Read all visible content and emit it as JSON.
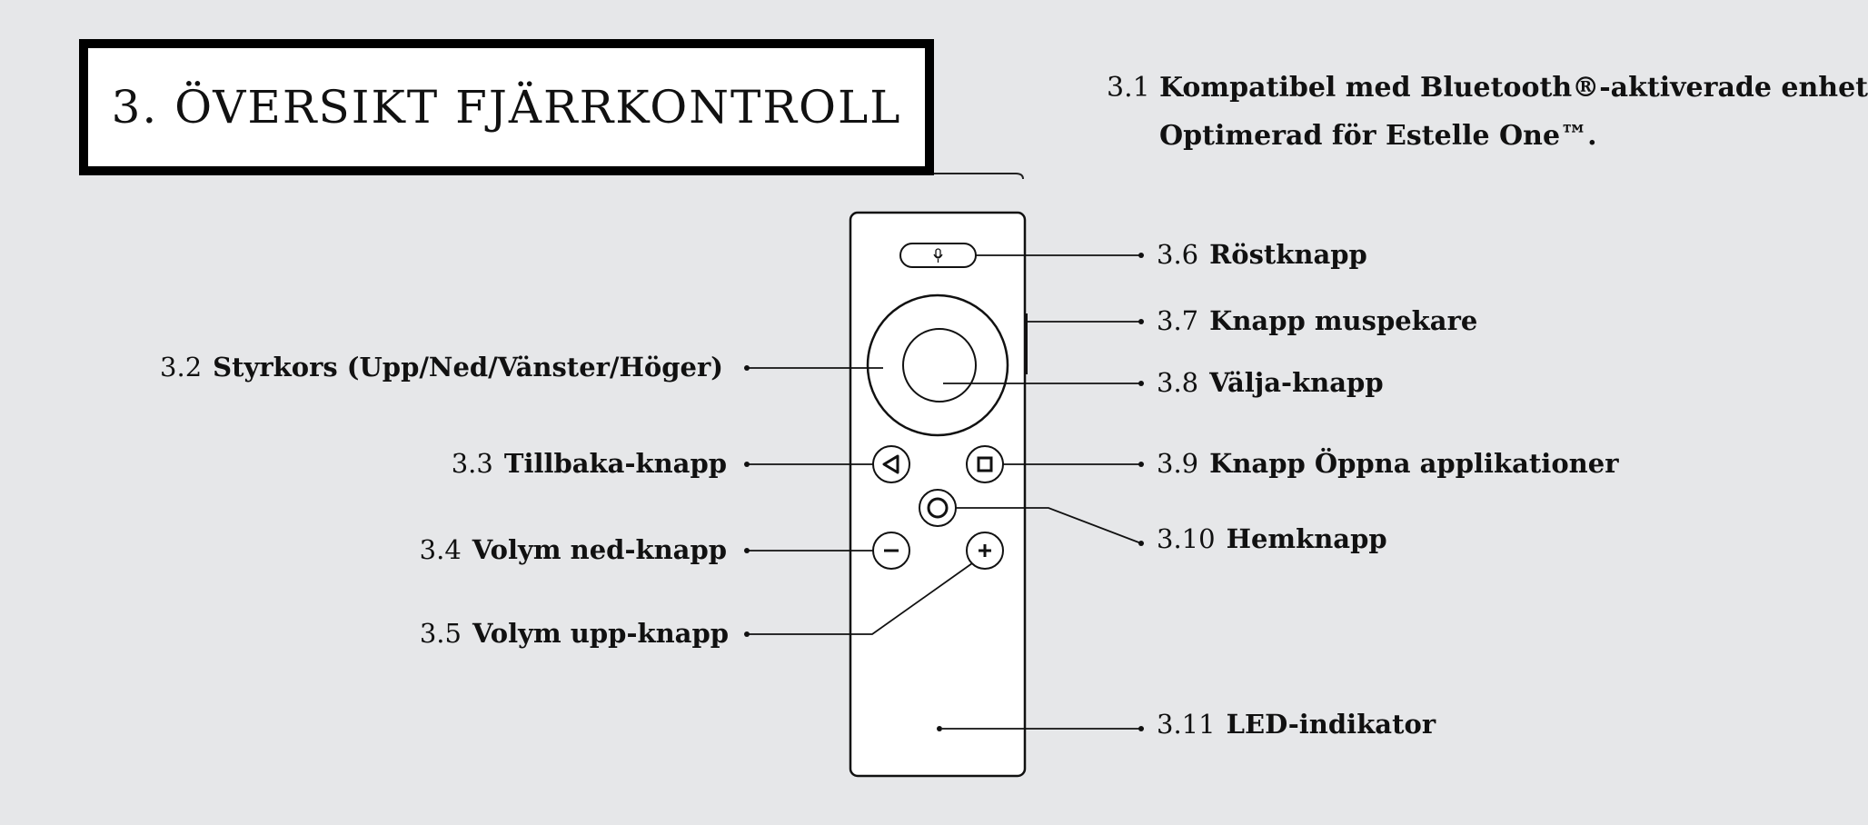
{
  "title": "3. ÖVERSIKT FJÄRRKONTROLL",
  "intro": {
    "number": "3.1",
    "line1": "Kompatibel med Bluetooth®-aktiverade enheter.",
    "line2": "Optimerad för Estelle One™."
  },
  "callouts": {
    "c32": {
      "number": "3.2",
      "text": "Styrkors (Upp/Ned/Vänster/Höger)"
    },
    "c33": {
      "number": "3.3",
      "text": "Tillbaka-knapp"
    },
    "c34": {
      "number": "3.4",
      "text": "Volym ned-knapp"
    },
    "c35": {
      "number": "3.5",
      "text": "Volym upp-knapp"
    },
    "c36": {
      "number": "3.6",
      "text": "Röstknapp"
    },
    "c37": {
      "number": "3.7",
      "text": "Knapp muspekare"
    },
    "c38": {
      "number": "3.8",
      "text": "Välja-knapp"
    },
    "c39": {
      "number": "3.9",
      "text": "Knapp Öppna applikationer"
    },
    "c310": {
      "number": "3.10",
      "text": "Hemknapp"
    },
    "c311": {
      "number": "3.11",
      "text": "LED-indikator"
    }
  }
}
